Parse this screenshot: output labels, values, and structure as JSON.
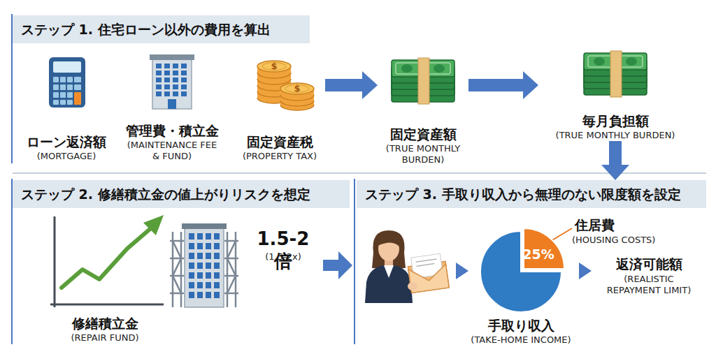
{
  "diagram": {
    "nodes": [
      {
        "text": [
          "ステップ 1. 住宅ローン以外の費用を算出"
        ]
      },
      {
        "text": [
          "ローン返済額",
          "(MORTGAGE)"
        ]
      },
      {
        "text": [
          "管理費・積立金",
          "(MAINTENANCE FEE & FUND)"
        ]
      },
      {
        "text": [
          "固定資産税",
          "(PROPERTY TAX)"
        ]
      },
      {
        "text": [
          "固定資産額",
          "(TRUE MONTHLY BURDEN)"
        ]
      },
      {
        "text": [
          "毎月負担額",
          "(TRUE MONTHLY BURDEN)"
        ]
      },
      {
        "text": [
          "ステップ 2. 修繕積立金の値上がりリスクを想定"
        ]
      },
      {
        "text": [
          "修繕積立金",
          "(REPAIR FUND)"
        ]
      },
      {
        "text": [
          "ステップ 3. 手取り収入から無理のない限度額を設定"
        ]
      },
      {
        "text": [
          "25%",
          "手取り収入",
          "(TAKE-HOME INCOME)"
        ]
      }
    ],
    "edges": [
      {
        "from": 3,
        "to": 4,
        "arrow": "to"
      },
      {
        "from": 4,
        "to": 5,
        "arrow": "to"
      },
      {
        "from": 5,
        "to": 8,
        "arrow": "to"
      }
    ],
    "labels": [
      "$",
      "$",
      "1.5-2倍",
      "(1.5-2x)",
      "住居費",
      "(HOUSING COSTS)",
      "返済可能額",
      "(REALISTIC REPAYMENT LIMIT)"
    ]
  }
}
